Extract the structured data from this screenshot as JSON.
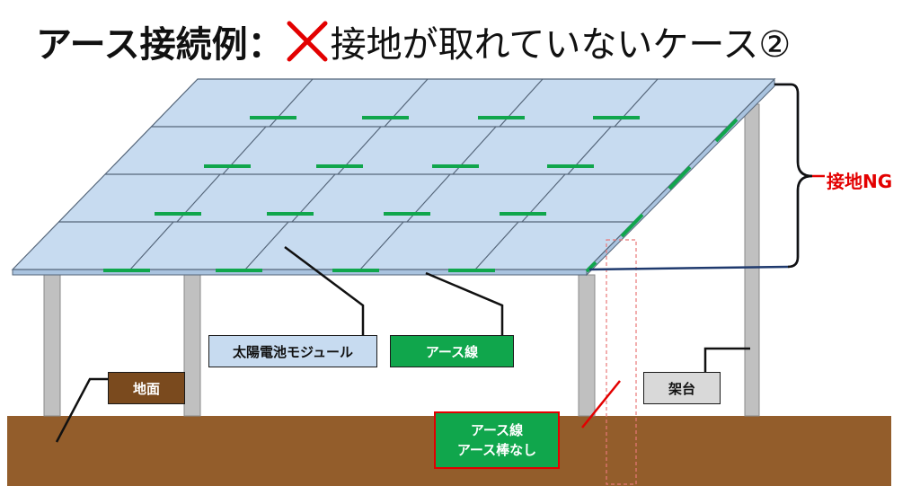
{
  "title": {
    "bold_text": "アース接続例：",
    "rest_text": "接地が取れていないケース②",
    "cross_mark": "red-x-mark",
    "cross_color": "#e30000"
  },
  "labels": {
    "solar_module": "太陽電池モジュール",
    "earth_wire": "アース線",
    "ground": "地面",
    "mount": "架台",
    "no_earth_rod_line1": "アース線",
    "no_earth_rod_line2": "アース棒なし",
    "grounding_ng": "接地NG"
  },
  "colors": {
    "panel_fill": "#c7dbf0",
    "panel_line": "#55667a",
    "earth_wire": "#10a64c",
    "ground": "#935d2b",
    "post": "#c0c0c0",
    "ng_red": "#e30000",
    "brace": "#1f3a6e"
  }
}
